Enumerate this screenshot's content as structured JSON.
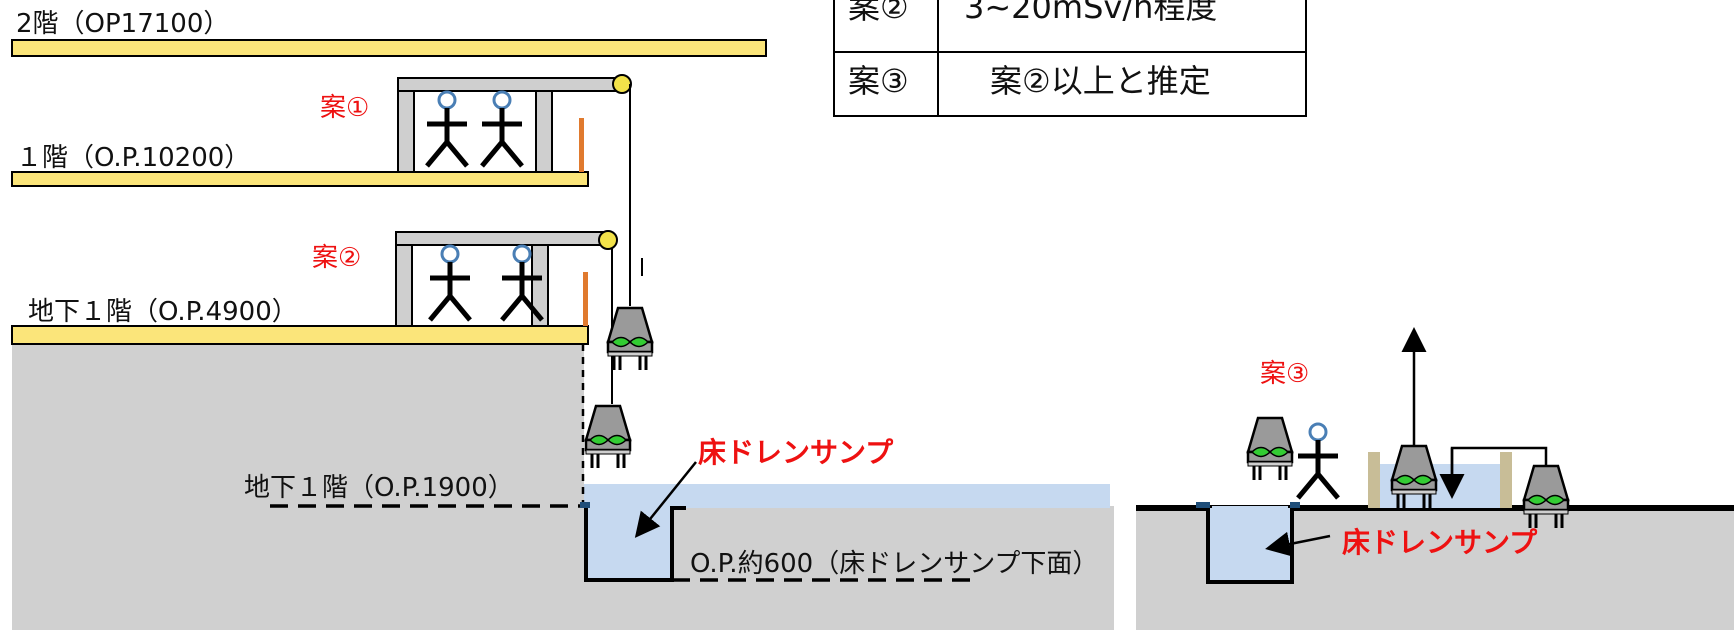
{
  "floors": {
    "f2": "2階（OP17100）",
    "f1": "１階（O.P.10200）",
    "b1_upper": "地下１階（O.P.4900）",
    "b1_lower": "地下１階（O.P.1900）",
    "sump_bottom": "O.P.約600（床ドレンサンプ下面）"
  },
  "options": {
    "opt1": "案①",
    "opt2": "案②",
    "opt3": "案③"
  },
  "callouts": {
    "sump_left": "床ドレンサンプ",
    "sump_right": "床ドレンサンプ"
  },
  "dose_table": {
    "rows": [
      {
        "option": "案②",
        "value": "3~20mSv/h程度"
      },
      {
        "option": "案③",
        "value": "案②以上と推定"
      }
    ]
  },
  "colors": {
    "floor_slab": "#fbe57a",
    "concrete": "#d0d0d0",
    "water": "#c6d9f0",
    "robot_body": "#9a9a9a",
    "robot_accent": "#33cc33",
    "accent_text": "#ee1111",
    "door_bar": "#e07a2e"
  }
}
